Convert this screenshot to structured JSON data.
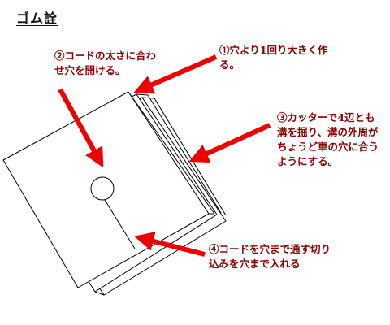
{
  "title": "ゴム詮",
  "notes": {
    "step1": [
      "①穴より1回り大きく作",
      "る。"
    ],
    "step2": [
      "②コードの太さに合わ",
      "せ穴を開ける。"
    ],
    "step3": [
      "③カッターで4辺とも",
      "溝を掘り、溝の外周が",
      "ちょうど車の穴に合う",
      "ようにする。"
    ],
    "step4": [
      "④コードを穴まで通す切り",
      "込みを穴まで入れる"
    ]
  },
  "colors": {
    "arrow": "#ee0000",
    "annotation_text": "#8b0000",
    "outline": "#000000"
  }
}
